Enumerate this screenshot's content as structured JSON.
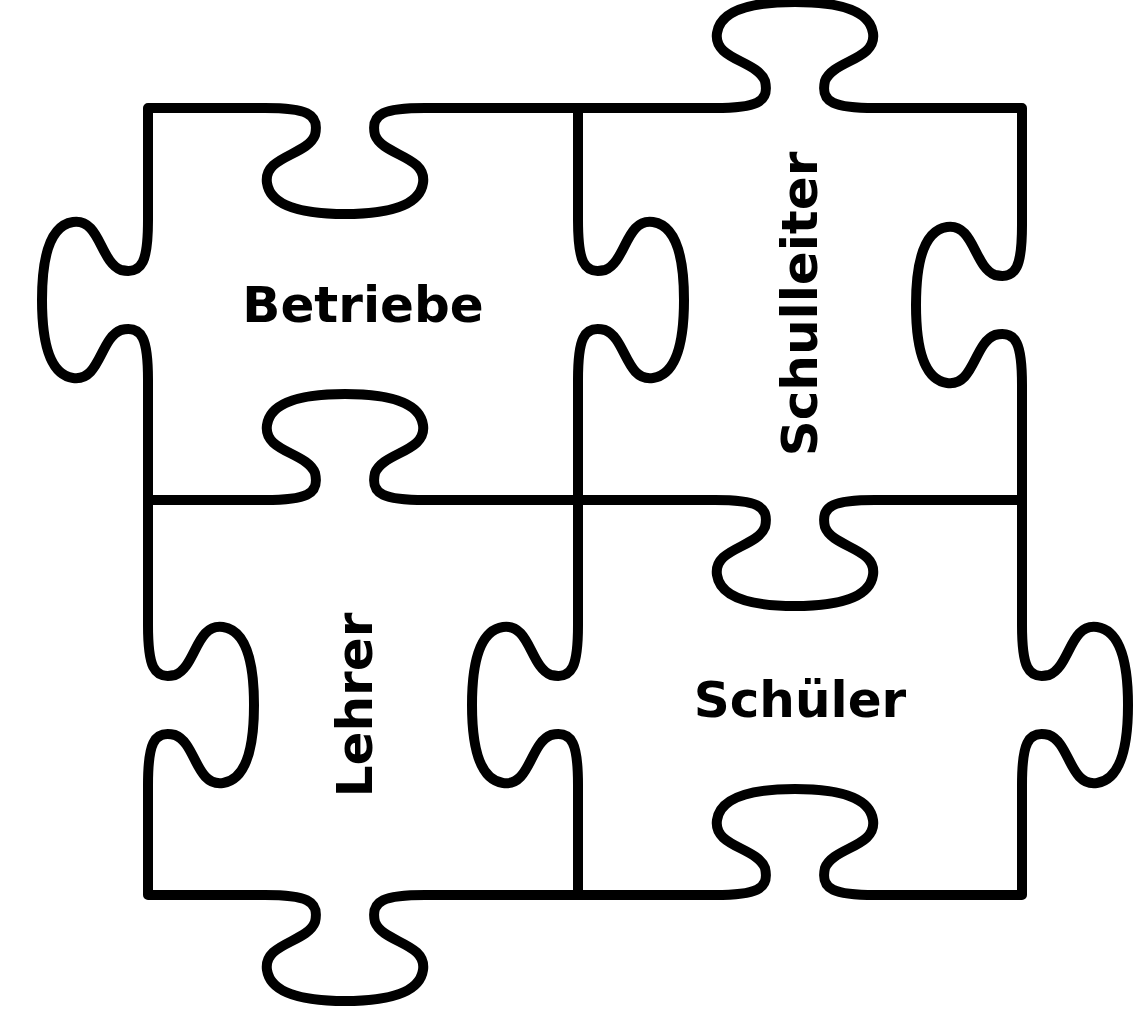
{
  "diagram": {
    "nodes": [
      {
        "text": [
          "Betriebe"
        ]
      },
      {
        "text": [
          "Schulleiter"
        ]
      },
      {
        "text": [
          "Lehrer"
        ]
      },
      {
        "text": [
          "Schüler"
        ]
      }
    ]
  }
}
